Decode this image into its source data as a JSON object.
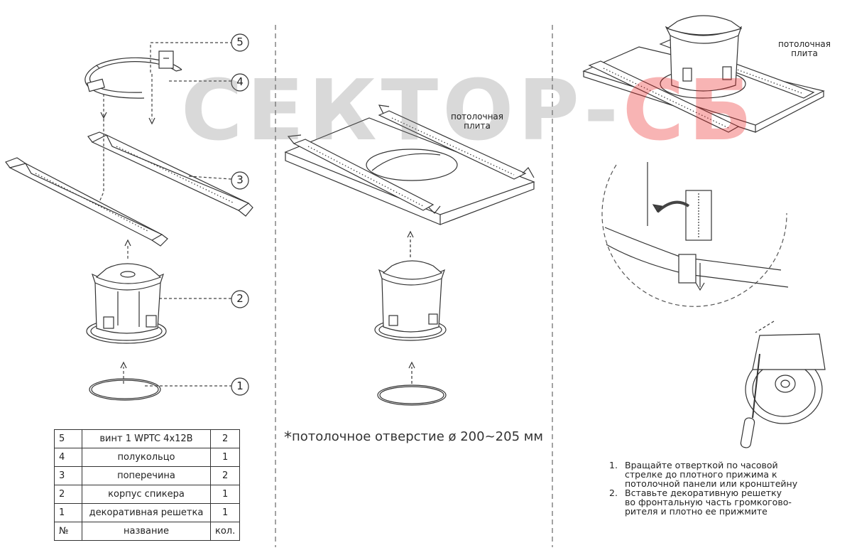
{
  "watermark": {
    "part1": "СЕКТОР-",
    "part2": "СБ"
  },
  "callouts": [
    "5",
    "4",
    "3",
    "2",
    "1"
  ],
  "labels": {
    "ceiling_tile_middle": [
      "потолочная",
      "плита"
    ],
    "ceiling_tile_right": [
      "потолочная",
      "плита"
    ]
  },
  "parts_table": {
    "rows": [
      {
        "no": "5",
        "name": "винт 1 WPTC 4x12B",
        "qty": "2"
      },
      {
        "no": "4",
        "name": "полукольцо",
        "qty": "1"
      },
      {
        "no": "3",
        "name": "поперечина",
        "qty": "2"
      },
      {
        "no": "2",
        "name": "корпус спикера",
        "qty": "1"
      },
      {
        "no": "1",
        "name": "декоративная решетка",
        "qty": "1"
      }
    ],
    "header": {
      "no": "№",
      "name": "название",
      "qty": "кол."
    }
  },
  "hole_note": {
    "star": "*",
    "text": "потолочное отверстие ø 200~205 мм"
  },
  "steps": [
    {
      "num": "1.",
      "lines": [
        "Вращайте отверткой по часовой",
        "стрелке до плотного прижима к",
        "потолочной панели или кронштейну"
      ]
    },
    {
      "num": "2.",
      "lines": [
        "Вставьте декоративную решетку",
        "во фронтальную часть громкогово-",
        "рителя и плотно ее прижмите"
      ]
    }
  ],
  "colors": {
    "line": "#333333",
    "watermark_grey": "#787878",
    "watermark_red": "#eb2828"
  }
}
